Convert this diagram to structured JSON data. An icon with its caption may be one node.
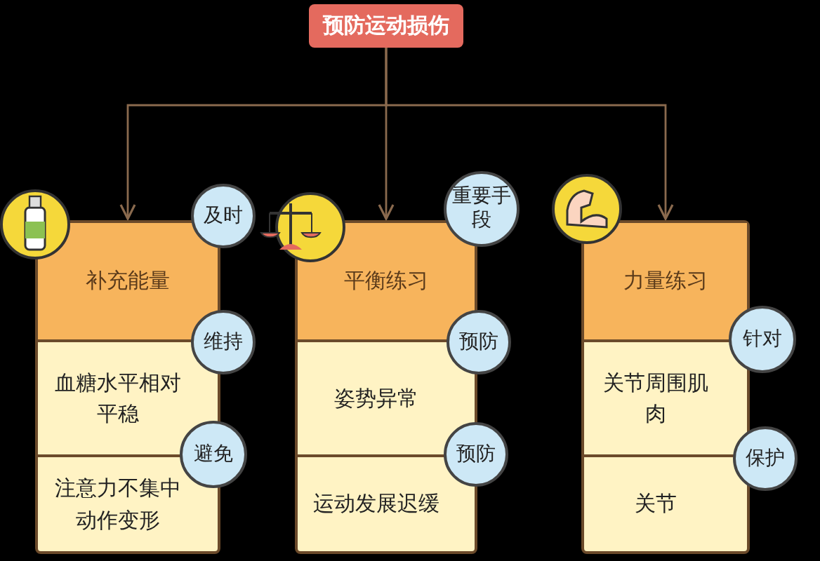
{
  "diagram": {
    "nodes": [
      {
        "text": [
          "预防运动损伤"
        ]
      },
      {
        "text": [],
        "shape": "box"
      },
      {
        "text": [
          "补充能量"
        ],
        "in": 1
      },
      {
        "text": [
          "血糖水平相对平稳"
        ],
        "in": 1
      },
      {
        "text": [
          "注意力不集中动作变形"
        ],
        "in": 1
      },
      {
        "text": [
          "及时"
        ]
      },
      {
        "text": [
          "维持"
        ]
      },
      {
        "text": [
          "避免"
        ]
      },
      {
        "text": [],
        "shape": "box"
      },
      {
        "text": [
          "平衡练习"
        ],
        "in": 8
      },
      {
        "text": [
          "姿势异常"
        ],
        "in": 8
      },
      {
        "text": [
          "运动发展迟缓"
        ],
        "in": 8
      },
      {
        "text": [
          "重要手段"
        ]
      },
      {
        "text": [
          "预防"
        ]
      },
      {
        "text": [
          "预防"
        ]
      },
      {
        "text": [],
        "shape": "box"
      },
      {
        "text": [
          "力量练习"
        ],
        "in": 15
      },
      {
        "text": [
          "关节周围肌肉"
        ],
        "in": 15
      },
      {
        "text": [
          "关节"
        ],
        "in": 15
      },
      {
        "text": [
          "针对"
        ]
      },
      {
        "text": [
          "保护"
        ]
      }
    ],
    "edges": [
      {
        "from": 0,
        "to": 1,
        "arrow": "to"
      },
      {
        "from": 0,
        "to": 8,
        "arrow": "to"
      },
      {
        "from": 0,
        "to": 15,
        "arrow": "to"
      }
    ]
  }
}
